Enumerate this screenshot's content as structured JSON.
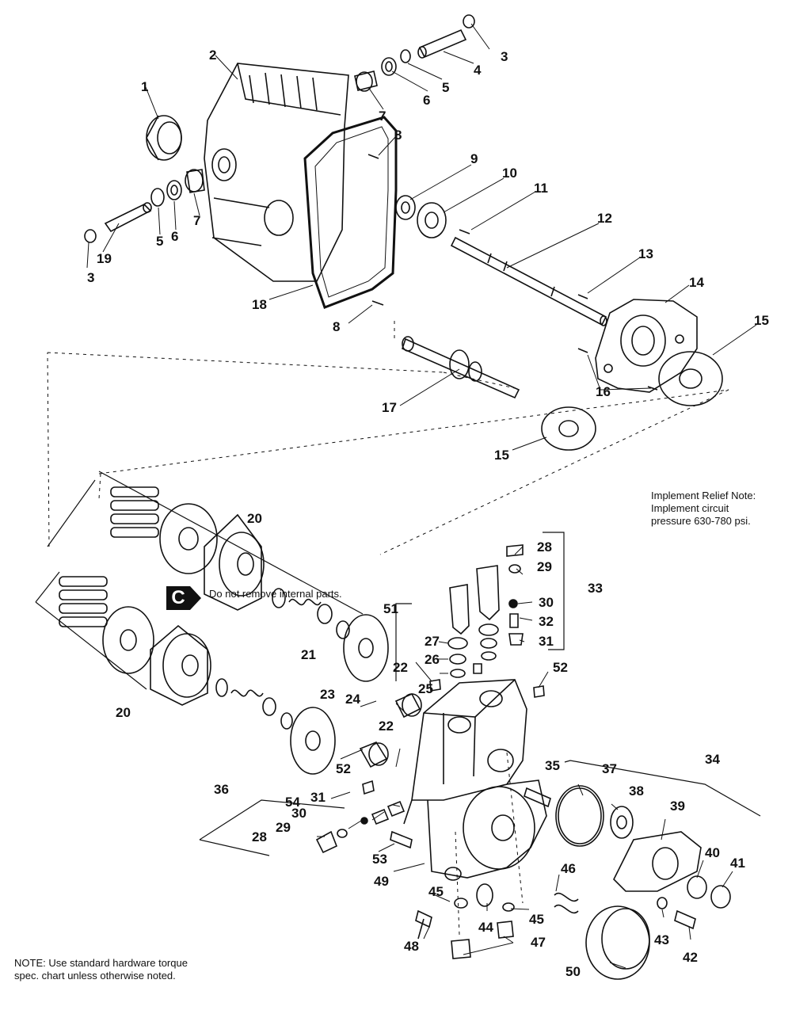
{
  "callouts": [
    "1",
    "2",
    "3",
    "3",
    "4",
    "5",
    "5",
    "6",
    "6",
    "7",
    "7",
    "8",
    "8",
    "9",
    "10",
    "11",
    "12",
    "13",
    "14",
    "15",
    "15",
    "16",
    "17",
    "18",
    "19",
    "20",
    "20",
    "21",
    "22",
    "22",
    "23",
    "24",
    "25",
    "26",
    "27",
    "28",
    "28",
    "29",
    "29",
    "30",
    "30",
    "31",
    "31",
    "32",
    "33",
    "34",
    "35",
    "36",
    "37",
    "38",
    "39",
    "40",
    "41",
    "42",
    "43",
    "44",
    "45",
    "45",
    "46",
    "47",
    "48",
    "49",
    "50",
    "51",
    "52",
    "52",
    "52",
    "53",
    "54"
  ],
  "notes": {
    "relief_note": "Implement Relief Note: Implement circuit pressure 630-780 psi.",
    "hardware_note": "NOTE: Use standard hardware torque spec. chart unless otherwise noted.",
    "c_badge": "C",
    "c_note": "Do not remove internal parts."
  }
}
